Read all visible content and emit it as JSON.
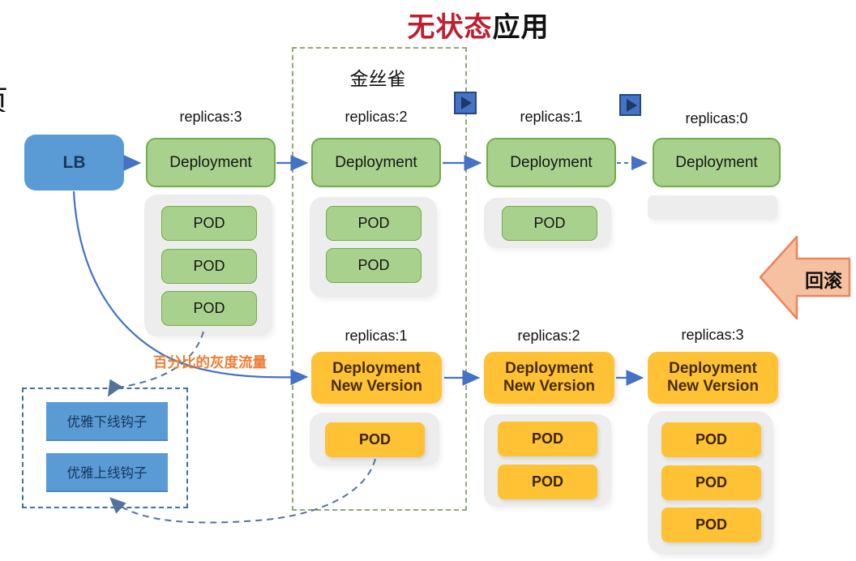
{
  "title": {
    "highlight": "无状态",
    "rest": "应用"
  },
  "edge_text": "页",
  "canary": {
    "label": "金丝雀"
  },
  "lb": {
    "label": "LB"
  },
  "green_row": {
    "deployment": "Deployment",
    "pod": "POD",
    "replicas": [
      "replicas:3",
      "replicas:2",
      "replicas:1",
      "replicas:0"
    ]
  },
  "orange_row": {
    "deployment_line1": "Deployment",
    "deployment_line2": "New Version",
    "pod": "POD",
    "replicas": [
      "replicas:1",
      "replicas:2",
      "replicas:3"
    ]
  },
  "annotations": {
    "gray_traffic": "百分比的灰度流量",
    "rollback": "回滚"
  },
  "hooks": {
    "offline": "优雅下线钩子",
    "online": "优雅上线钩子"
  },
  "icons": {
    "play": "play-step-icon",
    "rollback_arrow": "left-block-arrow"
  },
  "colors": {
    "title_red": "#BF1E2E",
    "green_fill": "#A9D18E",
    "green_border": "#70AD47",
    "orange_fill": "#FFC234",
    "blue_fill": "#5B9BD5",
    "arrow_blue": "#4472C4",
    "dashed_slate": "#52729E",
    "canary_dash_green": "#8FA876",
    "hooks_dash_blue": "#41719C",
    "annotation_orange": "#ED7D31",
    "rollback_fill": "#F6C1A0",
    "rollback_border": "#E98559",
    "container_gray": "#EDEDED"
  }
}
